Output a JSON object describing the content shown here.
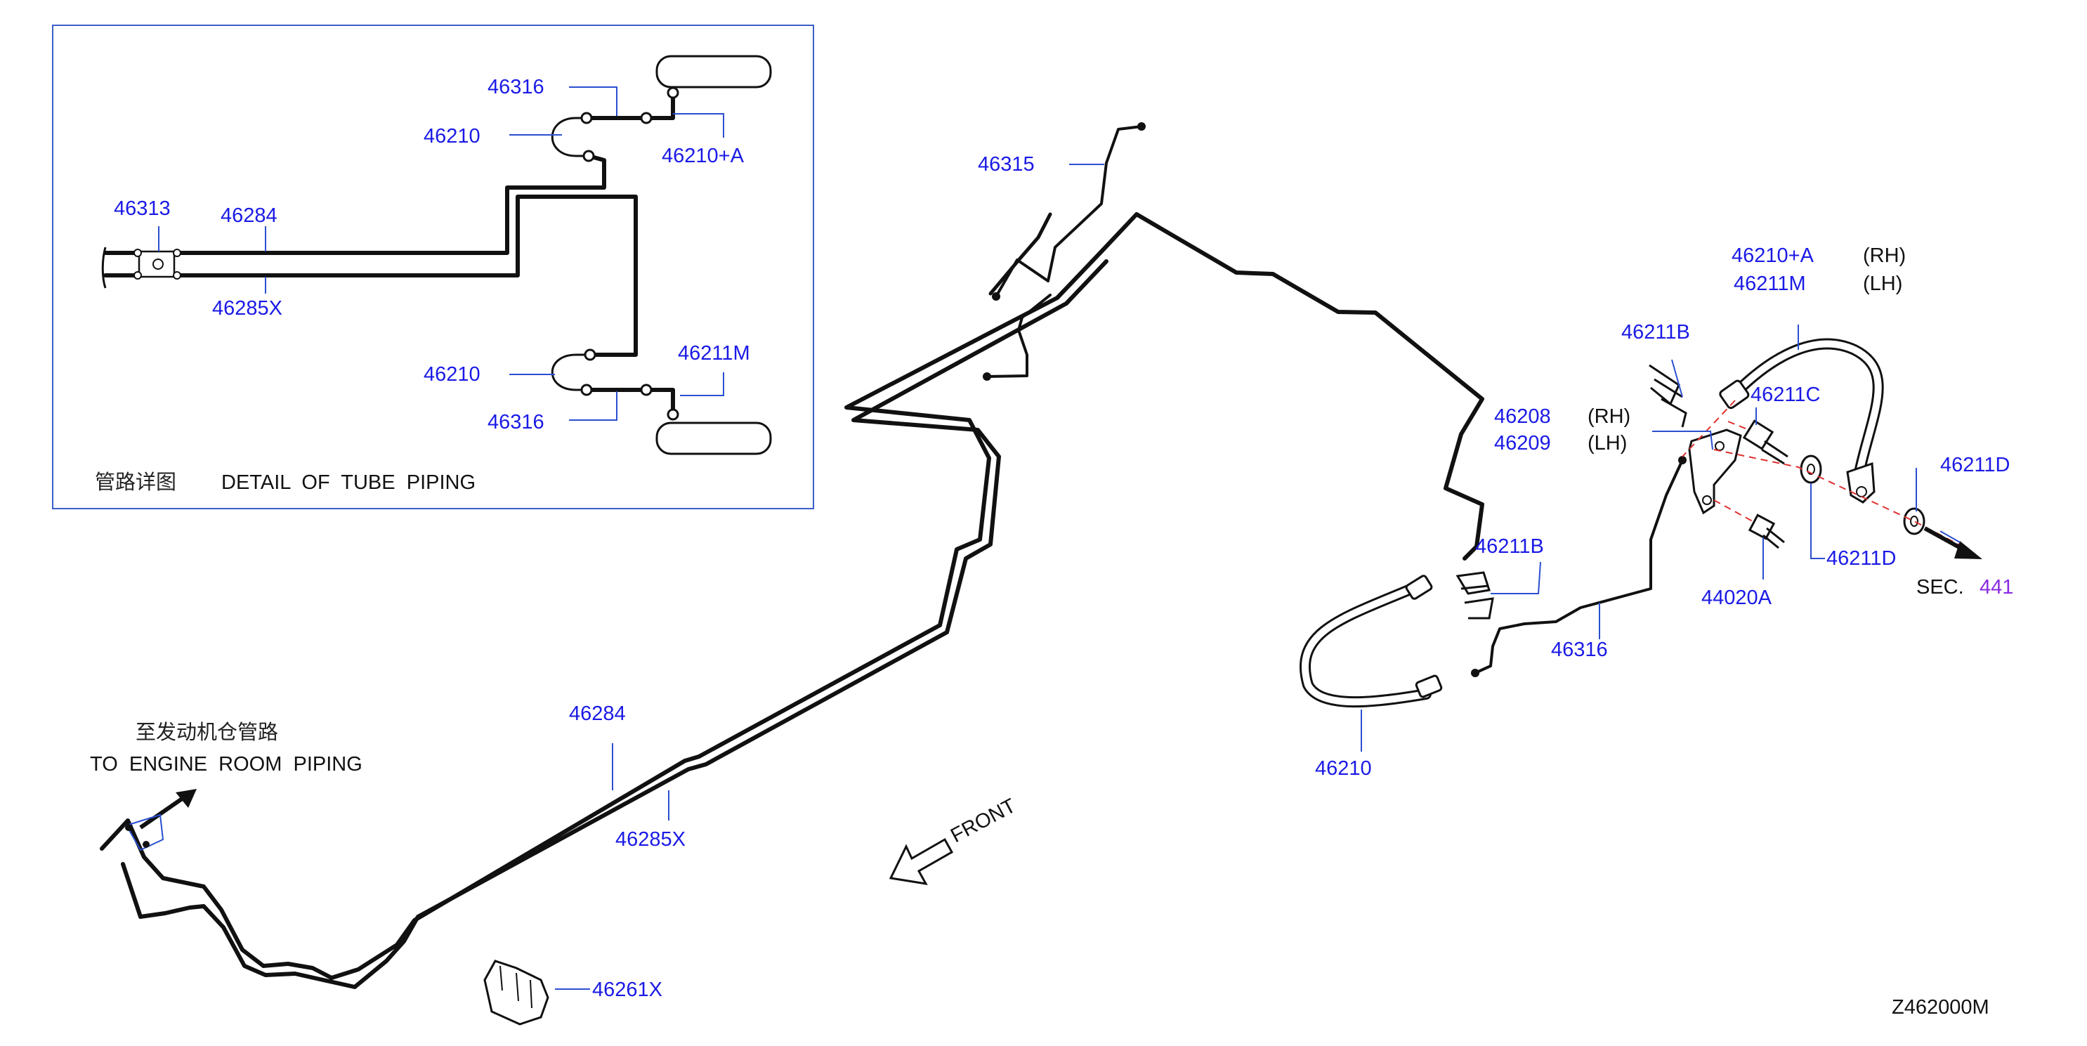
{
  "detail": {
    "title_cn": "管路详图",
    "title_en": "DETAIL  OF  TUBE  PIPING",
    "labels": {
      "p46316_top": "46316",
      "p46210_top": "46210",
      "p46210A": "46210+A",
      "p46313": "46313",
      "p46284": "46284",
      "p46285X": "46285X",
      "p46210_bot": "46210",
      "p46211M": "46211M",
      "p46316_bot": "46316"
    }
  },
  "main": {
    "labels": {
      "p46315": "46315",
      "p46284": "46284",
      "p46285X": "46285X",
      "p46261X": "46261X",
      "p46208": "46208",
      "p46209": "46209",
      "rh1": "(RH)",
      "lh1": "(LH)",
      "p46211B_top": "46211B",
      "p46211B_mid": "46211B",
      "p46210A": "46210+A",
      "p46211M": "46211M",
      "rh2": "(RH)",
      "lh2": "(LH)",
      "p46211C": "46211C",
      "p46211D_right": "46211D",
      "p46211D_low": "46211D",
      "p44020A": "44020A",
      "p46316": "46316",
      "p46210": "46210",
      "sec_prefix": "SEC.",
      "sec_num": "441",
      "front": "FRONT",
      "engine_cn": "至发动机仓管路",
      "engine_en": "TO  ENGINE  ROOM  PIPING",
      "diagram_code": "Z462000M"
    }
  },
  "colors": {
    "part_number": "#1a1ae6",
    "leader": "#2a4fcf",
    "section_ref": "#8a2be2",
    "dash_line": "#e03030"
  }
}
